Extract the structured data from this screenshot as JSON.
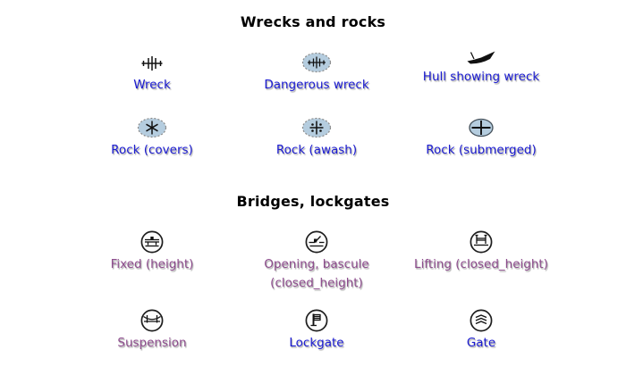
{
  "theme": {
    "bg": "#ffffff",
    "heading": "#000000",
    "link": "#1c1cd2",
    "visited": "#8e4d8e",
    "symbol-fill": "#b5cddf",
    "symbol-stroke": "#8a8a8a",
    "glyph": "#111111"
  },
  "sections": [
    {
      "title": "Wrecks and rocks",
      "rows": [
        [
          {
            "icon": "wreck-icon",
            "label": "Wreck",
            "visited": false
          },
          {
            "icon": "dangerous-wreck-icon",
            "label": "Dangerous wreck",
            "visited": false
          },
          {
            "icon": "hull-showing-wreck-icon",
            "label": "Hull showing wreck",
            "visited": false
          }
        ],
        [
          {
            "icon": "rock-covers-icon",
            "label": "Rock (covers)",
            "visited": false
          },
          {
            "icon": "rock-awash-icon",
            "label": "Rock (awash)",
            "visited": false
          },
          {
            "icon": "rock-submerged-icon",
            "label": "Rock (submerged)",
            "visited": false
          }
        ]
      ]
    },
    {
      "title": "Bridges, lockgates",
      "rows": [
        [
          {
            "icon": "fixed-bridge-icon",
            "label": "Fixed (height)",
            "visited": true
          },
          {
            "icon": "bascule-bridge-icon",
            "label": "Opening, bascule (closed_height)",
            "visited": true
          },
          {
            "icon": "lifting-bridge-icon",
            "label": "Lifting (closed_height)",
            "visited": true
          }
        ],
        [
          {
            "icon": "suspension-bridge-icon",
            "label": "Suspension",
            "visited": true
          },
          {
            "icon": "lockgate-icon",
            "label": "Lockgate",
            "visited": false
          },
          {
            "icon": "gate-icon",
            "label": "Gate",
            "visited": false
          }
        ]
      ]
    }
  ]
}
